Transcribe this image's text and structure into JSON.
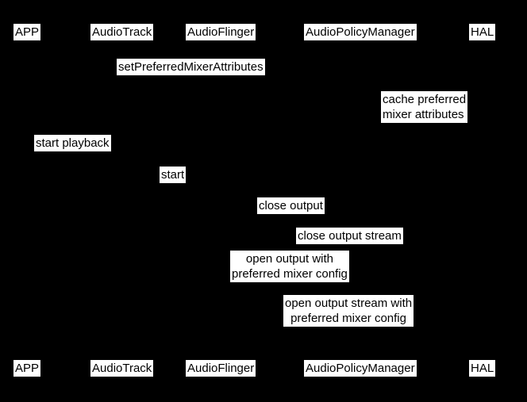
{
  "colors": {
    "background": "#000000",
    "label_background": "#ffffff",
    "label_text": "#000000"
  },
  "actors_top": [
    "APP",
    "AudioTrack",
    "AudioFlinger",
    "AudioPolicyManager",
    "HAL"
  ],
  "actors_bottom": [
    "APP",
    "AudioTrack",
    "AudioFlinger",
    "AudioPolicyManager",
    "HAL"
  ],
  "messages": {
    "set_preferred_mixer_attributes": "setPreferredMixerAttributes",
    "cache_preferred_mixer_attributes": "cache preferred\nmixer attributes",
    "start_playback": "start playback",
    "start": "start",
    "close_output": "close output",
    "close_output_stream": "close output stream",
    "open_output_with_preferred_mixer_config": "open output with\npreferred mixer config",
    "open_output_stream_with_preferred_mixer_config": "open output stream with\npreferred mixer config"
  }
}
